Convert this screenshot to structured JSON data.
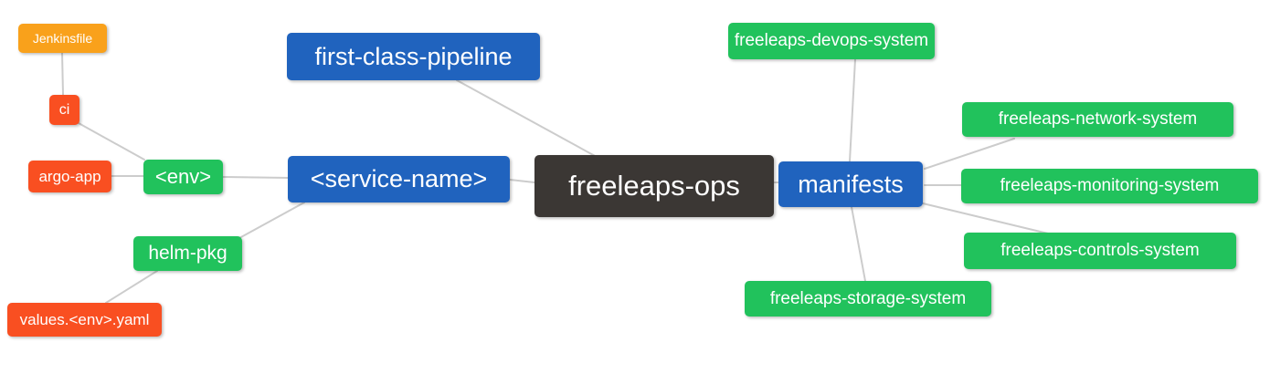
{
  "palette": {
    "amber": "#F9A11B",
    "red_orange": "#F94F21",
    "green": "#21C25C",
    "blue": "#2063BE",
    "dark": "#3B3734",
    "edge_gray": "#CCCCCC",
    "node_text": "#FFFFFF",
    "background": "#FFFFFF"
  },
  "nodes": {
    "jenkinsfile": {
      "label": "Jenkinsfile",
      "color": "amber"
    },
    "ci": {
      "label": "ci",
      "color": "red_orange"
    },
    "argo_app": {
      "label": "argo-app",
      "color": "red_orange"
    },
    "env": {
      "label": "<env>",
      "color": "green"
    },
    "helm_pkg": {
      "label": "helm-pkg",
      "color": "green"
    },
    "values_env_yaml": {
      "label": "values.<env>.yaml",
      "color": "red_orange"
    },
    "first_class_pipeline": {
      "label": "first-class-pipeline",
      "color": "blue"
    },
    "service_name": {
      "label": "<service-name>",
      "color": "blue"
    },
    "freeleaps_ops": {
      "label": "freeleaps-ops",
      "color": "dark"
    },
    "manifests": {
      "label": "manifests",
      "color": "blue"
    },
    "devops_system": {
      "label": "freeleaps-devops-system",
      "color": "green"
    },
    "network_system": {
      "label": "freeleaps-network-system",
      "color": "green"
    },
    "monitoring_system": {
      "label": "freeleaps-monitoring-system",
      "color": "green"
    },
    "controls_system": {
      "label": "freeleaps-controls-system",
      "color": "green"
    },
    "storage_system": {
      "label": "freeleaps-storage-system",
      "color": "green"
    }
  },
  "edges": [
    [
      "jenkinsfile",
      "ci"
    ],
    [
      "ci",
      "env"
    ],
    [
      "argo_app",
      "env"
    ],
    [
      "env",
      "service_name"
    ],
    [
      "helm_pkg",
      "service_name"
    ],
    [
      "values_env_yaml",
      "helm_pkg"
    ],
    [
      "first_class_pipeline",
      "freeleaps_ops"
    ],
    [
      "service_name",
      "freeleaps_ops"
    ],
    [
      "freeleaps_ops",
      "manifests"
    ],
    [
      "manifests",
      "devops_system"
    ],
    [
      "manifests",
      "network_system"
    ],
    [
      "manifests",
      "monitoring_system"
    ],
    [
      "manifests",
      "controls_system"
    ],
    [
      "manifests",
      "storage_system"
    ]
  ]
}
